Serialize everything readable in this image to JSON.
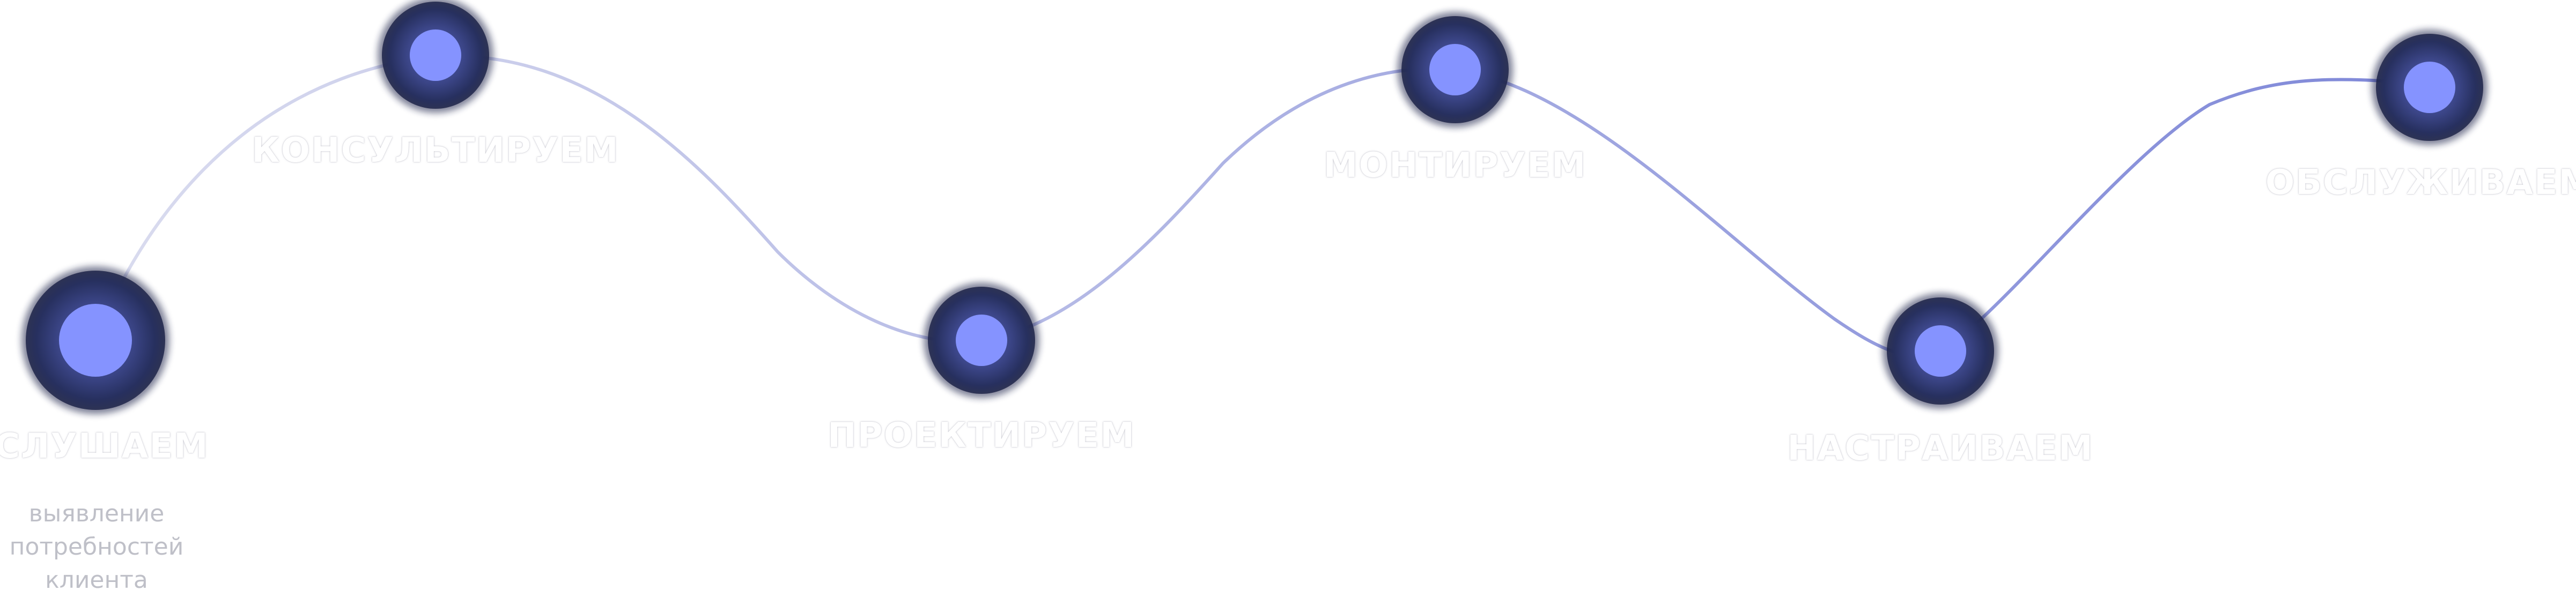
{
  "steps": [
    {
      "label": "СЛУШАЕМ",
      "description": "выявление потребностей клиента"
    },
    {
      "label": "КОНСУЛЬТИРУЕМ"
    },
    {
      "label": "ПРОЕКТИРУЕМ"
    },
    {
      "label": "МОНТИРУЕМ"
    },
    {
      "label": "НАСТРАИВАЕМ"
    },
    {
      "label": "ОБСЛУЖИВАЕМ"
    }
  ],
  "colors": {
    "node_core": "#8593ff",
    "node_ring": "#2b3468",
    "line_start": "#dadcef",
    "line_end": "#7f88d8",
    "label": "#ffffff",
    "description": "#bfc0c8"
  }
}
